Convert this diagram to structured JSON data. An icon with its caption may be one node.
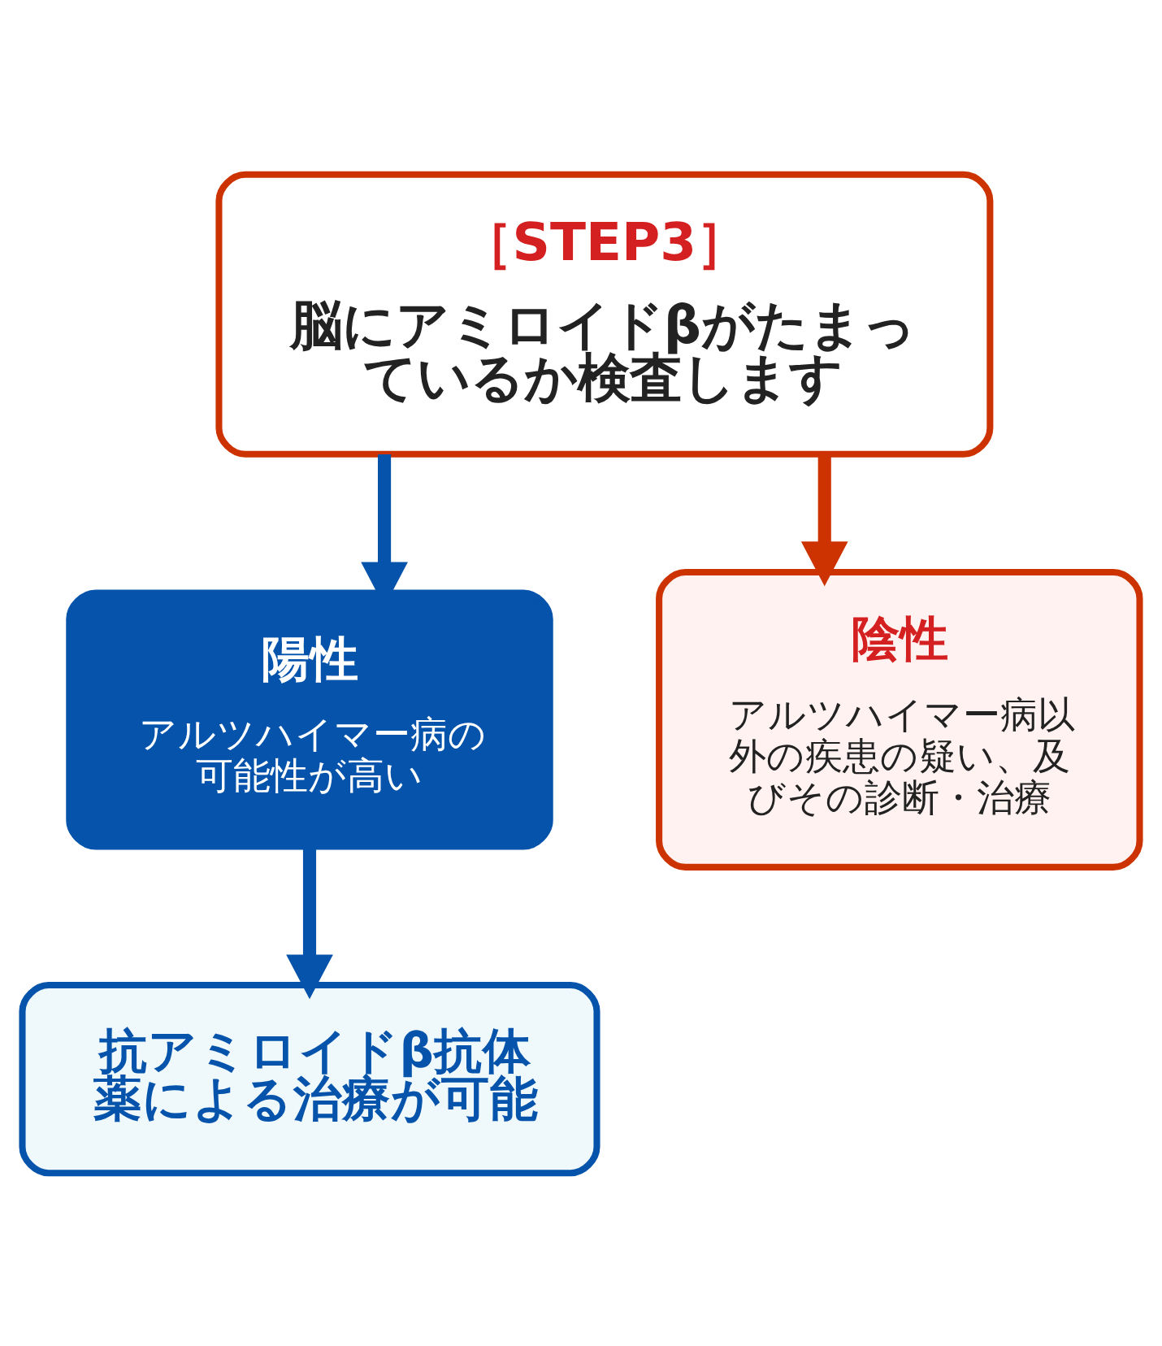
{
  "diagram": {
    "nodes": [
      {
        "text": [
          "［STEP3］",
          "脳にアミロイドβがたまっているか検査します"
        ]
      },
      {
        "text": [
          "陽性",
          "アルツハイマー病の可能性が高い"
        ]
      },
      {
        "text": [
          "陰性",
          "アルツハイマー病以外の疾患の疑い、及びその診断・治療"
        ]
      },
      {
        "text": [
          "抗アミロイドβ抗体薬による治療が可能"
        ]
      }
    ],
    "edges": [
      {
        "from": 0,
        "to": 1,
        "arrow": "to"
      },
      {
        "from": 0,
        "to": 2,
        "arrow": "to",
        "color": "#cc3300"
      },
      {
        "from": 1,
        "to": 3,
        "arrow": "to"
      }
    ]
  }
}
